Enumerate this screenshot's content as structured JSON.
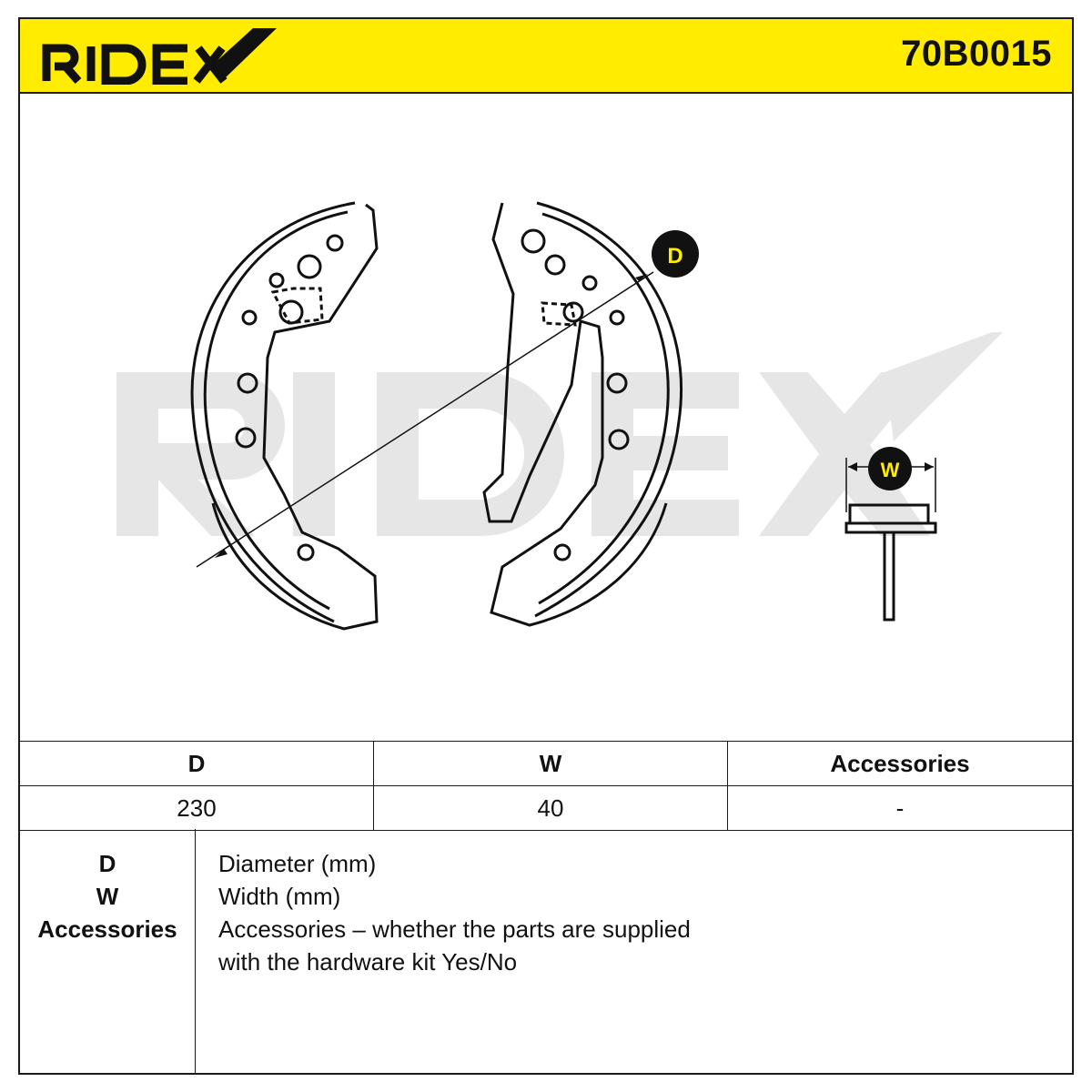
{
  "header": {
    "brand": "RIDEX",
    "part_number": "70B0015",
    "accent_color": "#ffec00"
  },
  "drawing": {
    "watermark": "RIDEX",
    "dimension_markers": [
      {
        "key": "D",
        "icon": "diameter-marker-icon"
      },
      {
        "key": "W",
        "icon": "width-marker-icon"
      }
    ]
  },
  "dimensions_table": {
    "headers": [
      "D",
      "W",
      "Accessories"
    ],
    "values": [
      "230",
      "40",
      "-"
    ]
  },
  "legend": {
    "keys": [
      "D",
      "W",
      "Accessories"
    ],
    "descriptions": [
      "Diameter (mm)",
      "Width (mm)",
      "Accessories – whether the parts are supplied",
      "with the hardware kit Yes/No"
    ]
  }
}
